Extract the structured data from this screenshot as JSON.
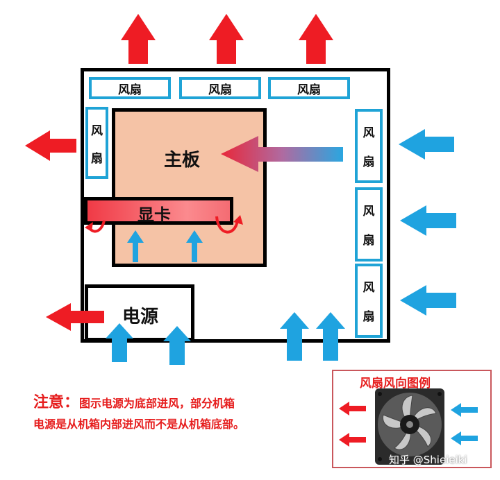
{
  "components": {
    "fan_label": "风扇",
    "fan_char_1": "风",
    "fan_char_2": "扇",
    "motherboard": "主板",
    "gpu": "显卡",
    "psu": "电源"
  },
  "note": {
    "heading": "注意：",
    "line1": "图示电源为底部进风，部分机箱",
    "line2": "电源是从机箱内部进风而不是从机箱底部。"
  },
  "legend": {
    "title": "风扇风向图例"
  },
  "watermark": "知乎 @Shieieiki",
  "colors": {
    "exhaust": "#ee1c24",
    "intake": "#1fa3e0",
    "fan_border": "#1fa3d6",
    "motherboard": "#f5c3a6"
  }
}
